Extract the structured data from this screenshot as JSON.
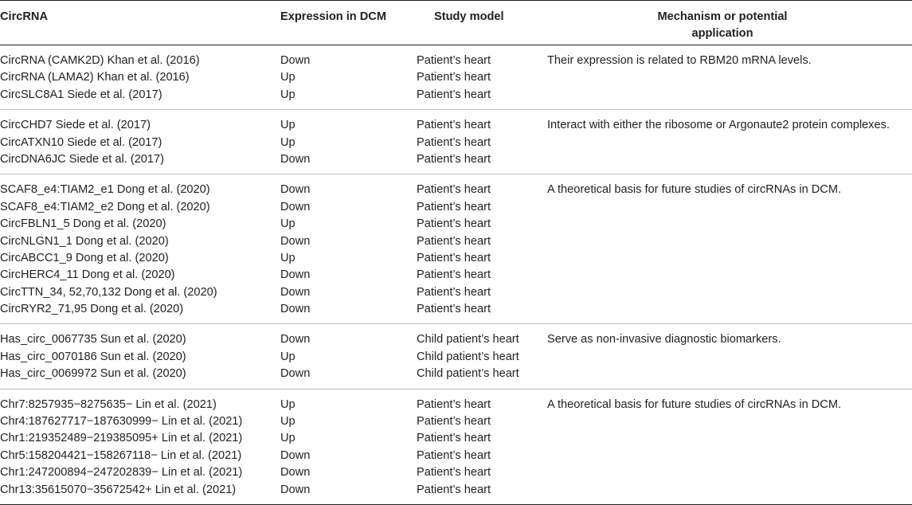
{
  "headers": {
    "circrna": "CircRNA",
    "expression": "Expression in DCM",
    "study_model": "Study model",
    "mechanism_line1": "Mechanism or potential",
    "mechanism_line2": "application"
  },
  "groups": [
    {
      "mechanism": "Their expression is related to RBM20 mRNA levels.",
      "rows": [
        {
          "circrna": "CircRNA (CAMK2D) Khan et al. (2016)",
          "expression": "Down",
          "study_model": "Patient’s heart"
        },
        {
          "circrna": "CircRNA (LAMA2) Khan et al. (2016)",
          "expression": "Up",
          "study_model": "Patient’s heart"
        },
        {
          "circrna": "CircSLC8A1 Siede et al. (2017)",
          "expression": "Up",
          "study_model": "Patient’s heart"
        }
      ]
    },
    {
      "mechanism": "Interact with either the ribosome or Argonaute2 protein complexes.",
      "rows": [
        {
          "circrna": "CircCHD7 Siede et al. (2017)",
          "expression": "Up",
          "study_model": "Patient’s heart"
        },
        {
          "circrna": "CircATXN10 Siede et al. (2017)",
          "expression": "Up",
          "study_model": "Patient’s heart"
        },
        {
          "circrna": "CircDNA6JC Siede et al. (2017)",
          "expression": "Down",
          "study_model": "Patient’s heart"
        }
      ]
    },
    {
      "mechanism": "A theoretical basis for future studies of circRNAs in DCM.",
      "rows": [
        {
          "circrna": "SCAF8_e4:TIAM2_e1 Dong et al. (2020)",
          "expression": "Down",
          "study_model": "Patient’s heart"
        },
        {
          "circrna": "SCAF8_e4:TIAM2_e2 Dong et al. (2020)",
          "expression": "Down",
          "study_model": "Patient’s heart"
        },
        {
          "circrna": "CircFBLN1_5 Dong et al. (2020)",
          "expression": "Up",
          "study_model": "Patient’s heart"
        },
        {
          "circrna": "CircNLGN1_1 Dong et al. (2020)",
          "expression": "Down",
          "study_model": "Patient’s heart"
        },
        {
          "circrna": "CircABCC1_9 Dong et al. (2020)",
          "expression": "Up",
          "study_model": "Patient’s heart"
        },
        {
          "circrna": "CircHERC4_11 Dong et al. (2020)",
          "expression": "Down",
          "study_model": "Patient’s heart"
        },
        {
          "circrna": "CircTTN_34, 52,70,132 Dong et al. (2020)",
          "expression": "Down",
          "study_model": "Patient’s heart"
        },
        {
          "circrna": "CircRYR2_71,95 Dong et al. (2020)",
          "expression": "Down",
          "study_model": "Patient’s heart"
        }
      ]
    },
    {
      "mechanism": "Serve as non-invasive diagnostic biomarkers.",
      "rows": [
        {
          "circrna": "Has_circ_0067735 Sun et al. (2020)",
          "expression": "Down",
          "study_model": "Child patient’s heart"
        },
        {
          "circrna": "Has_circ_0070186 Sun et al. (2020)",
          "expression": "Up",
          "study_model": "Child patient’s heart"
        },
        {
          "circrna": "Has_circ_0069972 Sun et al. (2020)",
          "expression": "Down",
          "study_model": "Child patient’s heart"
        }
      ]
    },
    {
      "mechanism": "A theoretical basis for future studies of circRNAs in DCM.",
      "rows": [
        {
          "circrna": "Chr7:8257935−8275635− Lin et al. (2021)",
          "expression": "Up",
          "study_model": "Patient’s heart"
        },
        {
          "circrna": "Chr4:187627717−187630999− Lin et al. (2021)",
          "expression": "Up",
          "study_model": "Patient’s heart"
        },
        {
          "circrna": "Chr1:219352489−219385095+ Lin et al. (2021)",
          "expression": "Up",
          "study_model": "Patient’s heart"
        },
        {
          "circrna": "Chr5:158204421−158267118− Lin et al. (2021)",
          "expression": "Down",
          "study_model": "Patient’s heart"
        },
        {
          "circrna": "Chr1:247200894−247202839− Lin et al. (2021)",
          "expression": "Down",
          "study_model": "Patient’s heart"
        },
        {
          "circrna": "Chr13:35615070−35672542+ Lin et al. (2021)",
          "expression": "Down",
          "study_model": "Patient’s heart"
        }
      ]
    }
  ]
}
